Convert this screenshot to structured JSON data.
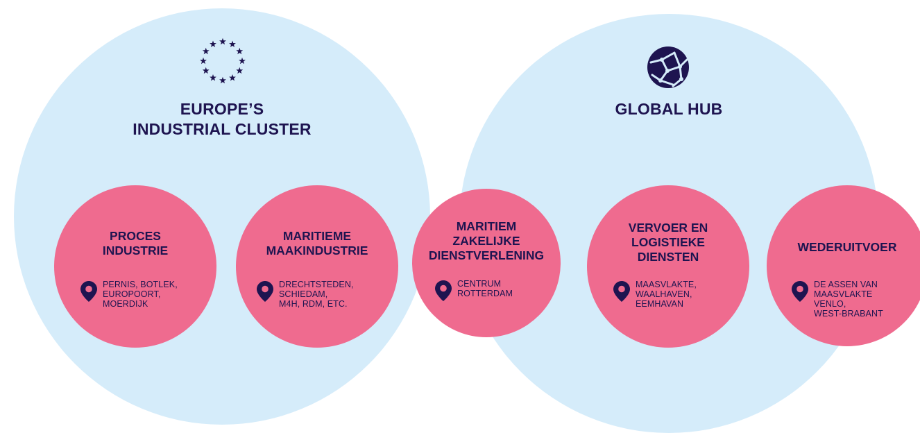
{
  "groups": [
    {
      "title_line1": "EUROPE’S",
      "title_line2": "INDUSTRIAL CLUSTER",
      "icon": "eu-stars-icon"
    },
    {
      "title_line1": "GLOBAL HUB",
      "icon": "globe-icon"
    }
  ],
  "clusters": [
    {
      "title": "PROCES\nINDUSTRIE",
      "location": "PERNIS, BOTLEK,\nEUROPOORT,\nMOERDIJK"
    },
    {
      "title": "MARITIEME\nMAAKINDUSTRIE",
      "location": "DRECHTSTEDEN,\nSCHIEDAM,\nM4H, RDM, ETC."
    },
    {
      "title": "MARITIEM\nZAKELIJKE\nDIENSTVERLENING",
      "location": "CENTRUM\nROTTERDAM"
    },
    {
      "title": "VERVOER EN\nLOGISTIEKE\nDIENSTEN",
      "location": "MAASVLAKTE,\nWAALHAVEN,\nEEMHAVAN"
    },
    {
      "title": "WEDERUITVOER",
      "location": "DE ASSEN VAN\nMAASVLAKTE\nVENLO,\nWEST-BRABANT"
    }
  ],
  "colors": {
    "navy": "#1e1450",
    "light_blue": "#d5ecfa",
    "pink": "#ef6b8f"
  }
}
